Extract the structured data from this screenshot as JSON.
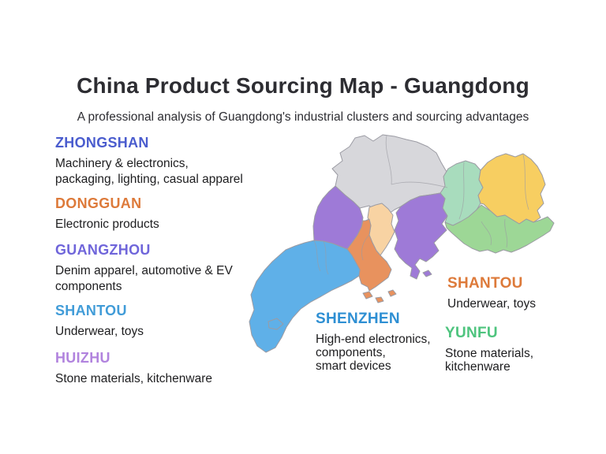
{
  "page": {
    "title": "China Product Sourcing Map - Guangdong",
    "subtitle": "A professional analysis of Guangdong's industrial clusters and sourcing advantages"
  },
  "cities_left": [
    {
      "name": "ZHONGSHAN",
      "color": "#4a5cce",
      "desc": "Machinery & electronics,\npackaging, lighting, casual apparel"
    },
    {
      "name": "DONGGUAN",
      "color": "#dd7a3a",
      "desc": "Electronic products"
    },
    {
      "name": "GUANGZHOU",
      "color": "#6f65da",
      "desc": "Denim apparel, automotive & EV\ncomponents"
    },
    {
      "name": "SHANTOU",
      "color": "#419cd8",
      "desc": "Underwear, toys"
    },
    {
      "name": "HUIZHU",
      "color": "#b183de",
      "desc": "Stone materials, kitchenware"
    }
  ],
  "cities_right": [
    {
      "name": "SHANTOU",
      "color": "#dd7a3a",
      "desc": "Underwear, toys"
    },
    {
      "name": "SHENZHEN",
      "color": "#2e8fd3",
      "desc": "High-end electronics,\ncomponents,\nsmart devices"
    },
    {
      "name": "YUNFU",
      "color": "#4ec47e",
      "desc": "Stone materials,\nkitchenware"
    }
  ],
  "map": {
    "name": "Guangdong province map",
    "border_color": "#9b9ba3",
    "regions": [
      {
        "id": "north",
        "fill": "#d7d7db"
      },
      {
        "id": "northeast",
        "fill": "#a8dcbd"
      },
      {
        "id": "east",
        "fill": "#f7ce61"
      },
      {
        "id": "southeast",
        "fill": "#9dd796"
      },
      {
        "id": "west",
        "fill": "#9e7ad7"
      },
      {
        "id": "central-east",
        "fill": "#9e7ad7"
      },
      {
        "id": "central",
        "fill": "#f8d3a3"
      },
      {
        "id": "pearl-river-delta",
        "fill": "#e8925e"
      },
      {
        "id": "southwest",
        "fill": "#5fb0e8"
      }
    ]
  }
}
